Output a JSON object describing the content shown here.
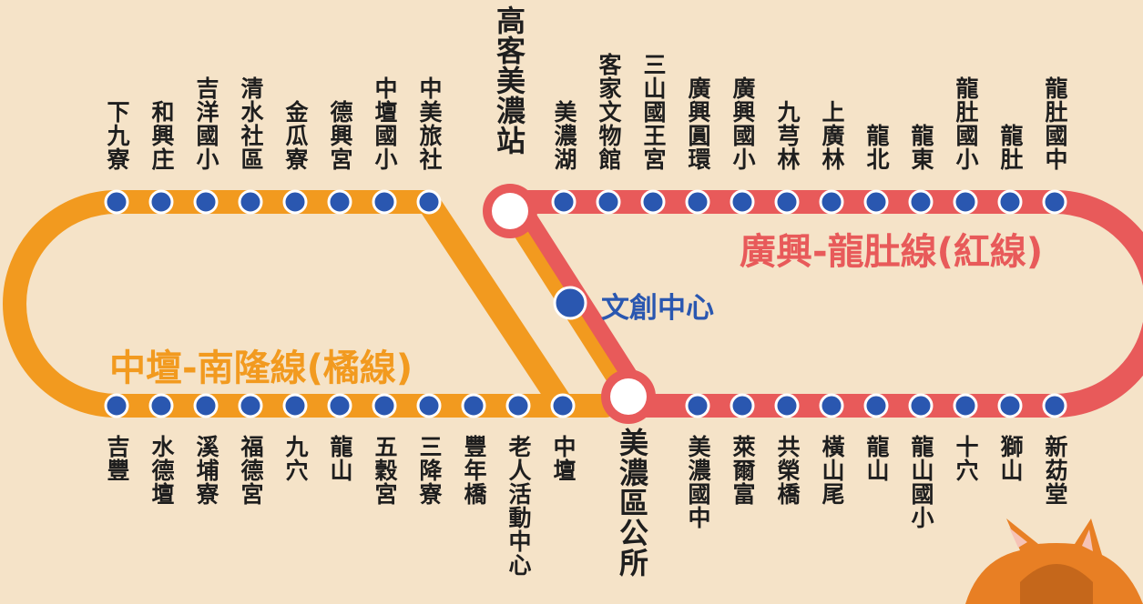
{
  "colors": {
    "background": "#f5e3c8",
    "orange_line": "#f29a1f",
    "red_line": "#e85a5a",
    "station_dot": "#2a57b0",
    "hub_fill": "#ffffff"
  },
  "lines": {
    "orange_name": "中壇-南隆線(橘線)",
    "red_name": "廣興-龍肚線(紅線)"
  },
  "hubs": {
    "top": "高客美濃站",
    "bottom": "美濃區公所",
    "center": "文創中心"
  },
  "orange_top": [
    "下九寮",
    "和興庄",
    "吉洋國小",
    "清水社區",
    "金瓜寮",
    "德興宮",
    "中壇國小",
    "中美旅社"
  ],
  "red_top": [
    "美濃湖",
    "客家文物館",
    "三山國王宮",
    "廣興圓環",
    "廣興國小",
    "九芎林",
    "上廣林",
    "龍北",
    "龍東",
    "龍肚國小",
    "龍肚",
    "龍肚國中"
  ],
  "orange_bottom": [
    "吉豐",
    "水德壇",
    "溪埔寮",
    "福德宮",
    "九穴",
    "龍山",
    "五穀宮",
    "三降寮",
    "豐年橋",
    "老人活動中心",
    "中壇"
  ],
  "red_bottom": [
    "美濃國中",
    "萊爾富",
    "共榮橋",
    "橫山尾",
    "龍山",
    "龍山國小",
    "十穴",
    "獅山",
    "新苭堂"
  ]
}
